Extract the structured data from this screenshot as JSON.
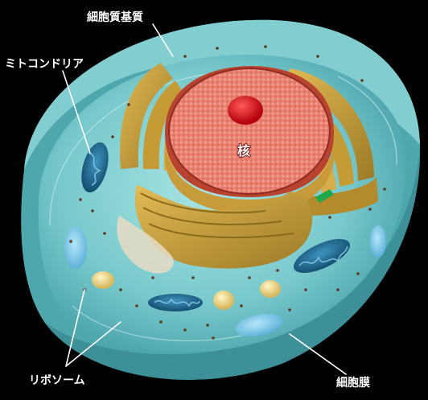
{
  "figure": {
    "labels": {
      "cytoplasmic_matrix": "細胞質基質",
      "mitochondria": "ミトコンドリア",
      "nucleus": "核",
      "ribosome": "リボソーム",
      "cell_membrane": "細胞膜"
    },
    "colors": {
      "background": "#000000",
      "membrane": "#6fc3c8",
      "cytoplasm": "#7fcfcf",
      "golgi_er": "#c9a23c",
      "nucleus_surface": "#f08a80",
      "nucleolus": "#e8141e",
      "mitochondria": "#1e6f9a",
      "vacuole": "#7fc8ec",
      "ribosome_dots": "#5a3a20",
      "label_text": "#ffffff"
    }
  }
}
